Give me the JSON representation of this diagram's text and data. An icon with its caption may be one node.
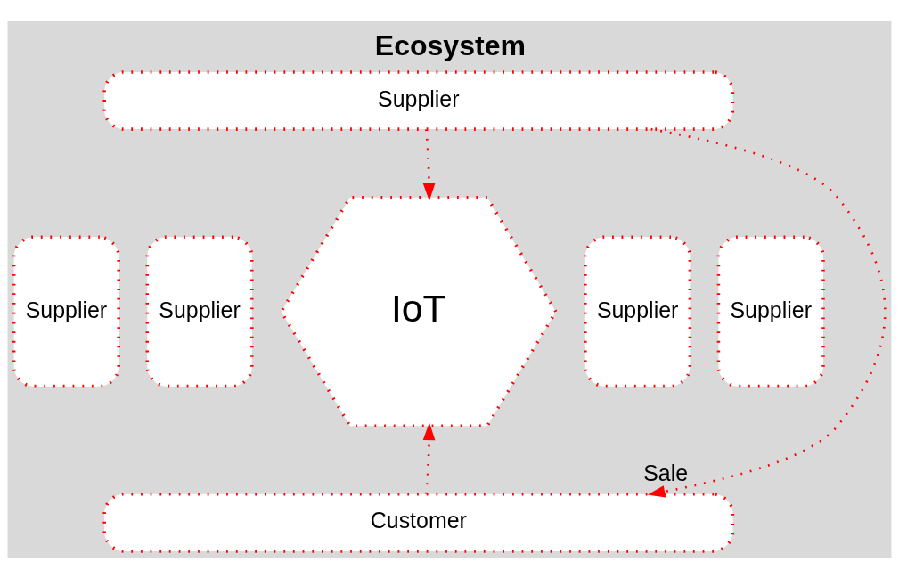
{
  "diagram": {
    "title": "Ecosystem",
    "nodes": [
      {
        "text": [
          "Supplier"
        ]
      },
      {
        "text": [
          "IoT"
        ]
      },
      {
        "text": [
          "Supplier"
        ]
      },
      {
        "text": [
          "Supplier"
        ]
      },
      {
        "text": [
          "Supplier"
        ]
      },
      {
        "text": [
          "Supplier"
        ]
      },
      {
        "text": [
          "Customer"
        ]
      }
    ],
    "edges": [
      {
        "from": 0,
        "to": 1,
        "arrow": "to"
      },
      {
        "from": 6,
        "to": 1,
        "arrow": "to"
      },
      {
        "from": 0,
        "to": 6,
        "arrow": "to",
        "label": "Sale"
      }
    ]
  }
}
